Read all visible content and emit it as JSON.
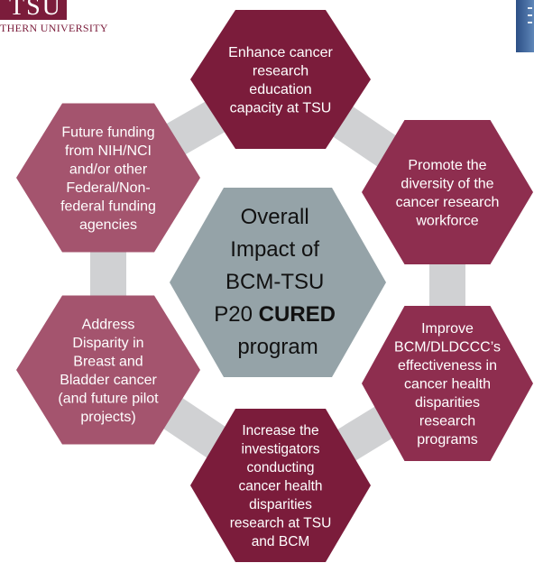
{
  "header": {
    "logo_text": "TSU",
    "logo_subtext": "THERN UNIVERSITY"
  },
  "center": {
    "line1": "Overall",
    "line2": "Impact of",
    "line3": "BCM-TSU",
    "line4_prefix": "P20 ",
    "line4_bold": "CURED",
    "line5": "program"
  },
  "outer": [
    {
      "id": "top",
      "lines": [
        "Enhance cancer",
        "research",
        "education",
        "capacity at TSU"
      ]
    },
    {
      "id": "upper-right",
      "lines": [
        "Promote the",
        "diversity of the",
        "cancer research",
        "workforce"
      ]
    },
    {
      "id": "lower-right",
      "lines": [
        "Improve",
        "BCM/DLDCCC’s",
        "effectiveness in",
        "cancer health",
        "disparities",
        "research",
        "programs"
      ]
    },
    {
      "id": "bottom",
      "lines": [
        "Increase the",
        "investigators",
        "conducting",
        "cancer health",
        "disparities",
        "research at TSU",
        "and BCM"
      ]
    },
    {
      "id": "lower-left",
      "lines": [
        "Address",
        "Disparity in",
        "Breast and",
        "Bladder cancer",
        "(and future pilot",
        "projects)"
      ]
    },
    {
      "id": "upper-left",
      "lines": [
        "Future funding",
        "from NIH/NCI",
        "and/or other",
        "Federal/Non-",
        "federal funding",
        "agencies"
      ]
    }
  ],
  "colors": {
    "hex_dark": "#7b1c3b",
    "hex_medium": "#8e2e4f",
    "hex_light": "#a4546e",
    "center_fill": "#95a3a8",
    "connector": "#d0d1d3",
    "text_light": "#ffffff",
    "text_dark": "#111111"
  }
}
